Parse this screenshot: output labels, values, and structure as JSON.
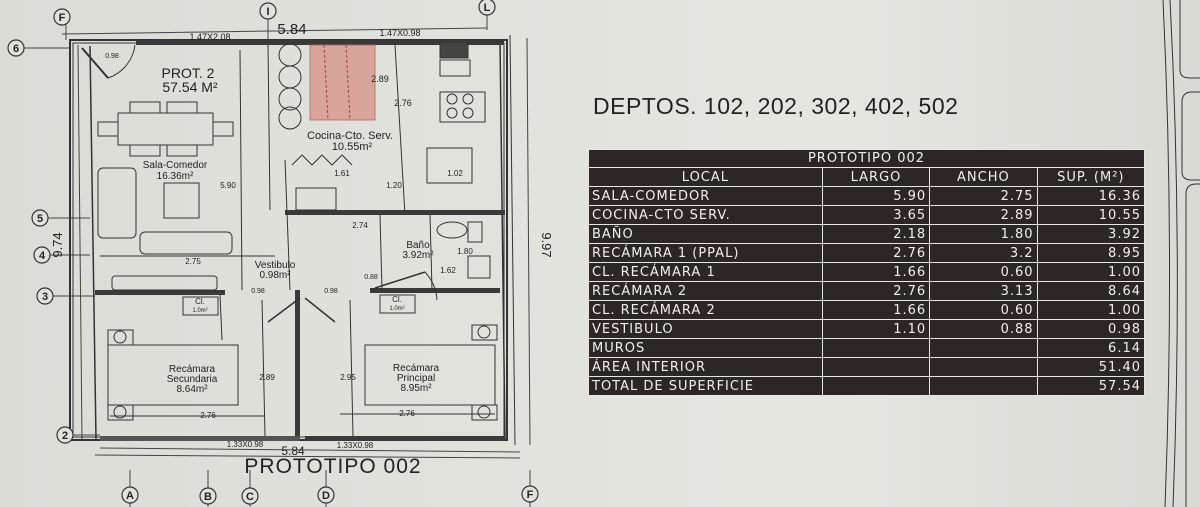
{
  "header": {
    "title": "DEPTOS. 102, 202, 302, 402, 502"
  },
  "plan": {
    "title": "PROTOTIPO 002",
    "badge_line1": "PROT. 2",
    "badge_line2": "57.54 M²",
    "grid_axes_top": [
      "F",
      "I",
      "L"
    ],
    "grid_axes_bottom": [
      "A",
      "B",
      "C",
      "D",
      "F"
    ],
    "grid_axes_left": [
      "6",
      "5",
      "4",
      "3",
      "2"
    ],
    "dimensions": {
      "top_overall": "5.84",
      "bottom_overall": "5.84",
      "left_overall": "9.74",
      "right_overall": "9.97",
      "window_top_left": "1.47X2.08",
      "window_top_right": "1.47X0.98",
      "window_bottom_left": "1.33X0.98",
      "window_bottom_right": "1.33X0.98",
      "door_entry": "0.98",
      "sala_length": "5.90",
      "sala_width": "2.75",
      "cocina_width": "2.89",
      "cocina_length": "2.76",
      "cocina_d1": "1.61",
      "cocina_d2": "1.02",
      "cocina_d3": "1.20",
      "bano_width": "2.74",
      "bano_d1": "1.80",
      "bano_d2": "1.62",
      "door_bano": "0.88",
      "door_v1": "0.98",
      "door_v2": "0.98",
      "rec2_height": "2.89",
      "rec2_width": "2.76",
      "rec1_height": "2.95",
      "rec1_width": "2.76"
    },
    "rooms": {
      "sala_name": "Sala-Comedor",
      "sala_area": "16.36m²",
      "cocina_name": "Cocina-Cto. Serv.",
      "cocina_area": "10.55m²",
      "bano_name": "Baño",
      "bano_area": "3.92m²",
      "vestibulo_name": "Vestibulo",
      "vestibulo_area": "0.98m²",
      "closet1_name": "Cl.",
      "closet1_area": "1.0m²",
      "closet2_name": "Cl.",
      "closet2_area": "1.0m²",
      "rec2_name_1": "Recámara",
      "rec2_name_2": "Secundaria",
      "rec2_area": "8.64m²",
      "rec1_name_1": "Recámara",
      "rec1_name_2": "Principal",
      "rec1_area": "8.95m²"
    },
    "colors": {
      "wall": "#3a3a3a",
      "line": "#444444",
      "stair_fill": "#d9a49a"
    }
  },
  "table": {
    "title": "PROTOTIPO 002",
    "columns": [
      "LOCAL",
      "LARGO",
      "ANCHO",
      "SUP. (M²)"
    ],
    "rows": [
      {
        "local": "SALA-COMEDOR",
        "largo": "5.90",
        "ancho": "2.75",
        "sup": "16.36"
      },
      {
        "local": "COCINA-CTO SERV.",
        "largo": "3.65",
        "ancho": "2.89",
        "sup": "10.55"
      },
      {
        "local": "BAÑO",
        "largo": "2.18",
        "ancho": "1.80",
        "sup": "3.92"
      },
      {
        "local": "RECÁMARA 1 (PPAL)",
        "largo": "2.76",
        "ancho": "3.2",
        "sup": "8.95"
      },
      {
        "local": "CL. RECÁMARA 1",
        "largo": "1.66",
        "ancho": "0.60",
        "sup": "1.00"
      },
      {
        "local": "RECÁMARA 2",
        "largo": "2.76",
        "ancho": "3.13",
        "sup": "8.64"
      },
      {
        "local": "CL. RECÁMARA 2",
        "largo": "1.66",
        "ancho": "0.60",
        "sup": "1.00"
      },
      {
        "local": "VESTIBULO",
        "largo": "1.10",
        "ancho": "0.88",
        "sup": "0.98"
      },
      {
        "local": "MUROS",
        "largo": "",
        "ancho": "",
        "sup": "6.14"
      },
      {
        "local": "ÁREA INTERIOR",
        "largo": "",
        "ancho": "",
        "sup": "51.40"
      },
      {
        "local": "TOTAL DE SUPERFICIE",
        "largo": "",
        "ancho": "",
        "sup": "57.54"
      }
    ],
    "colors": {
      "background": "#2c2626",
      "text": "#f1efee",
      "border": "#e8e6e4"
    }
  }
}
